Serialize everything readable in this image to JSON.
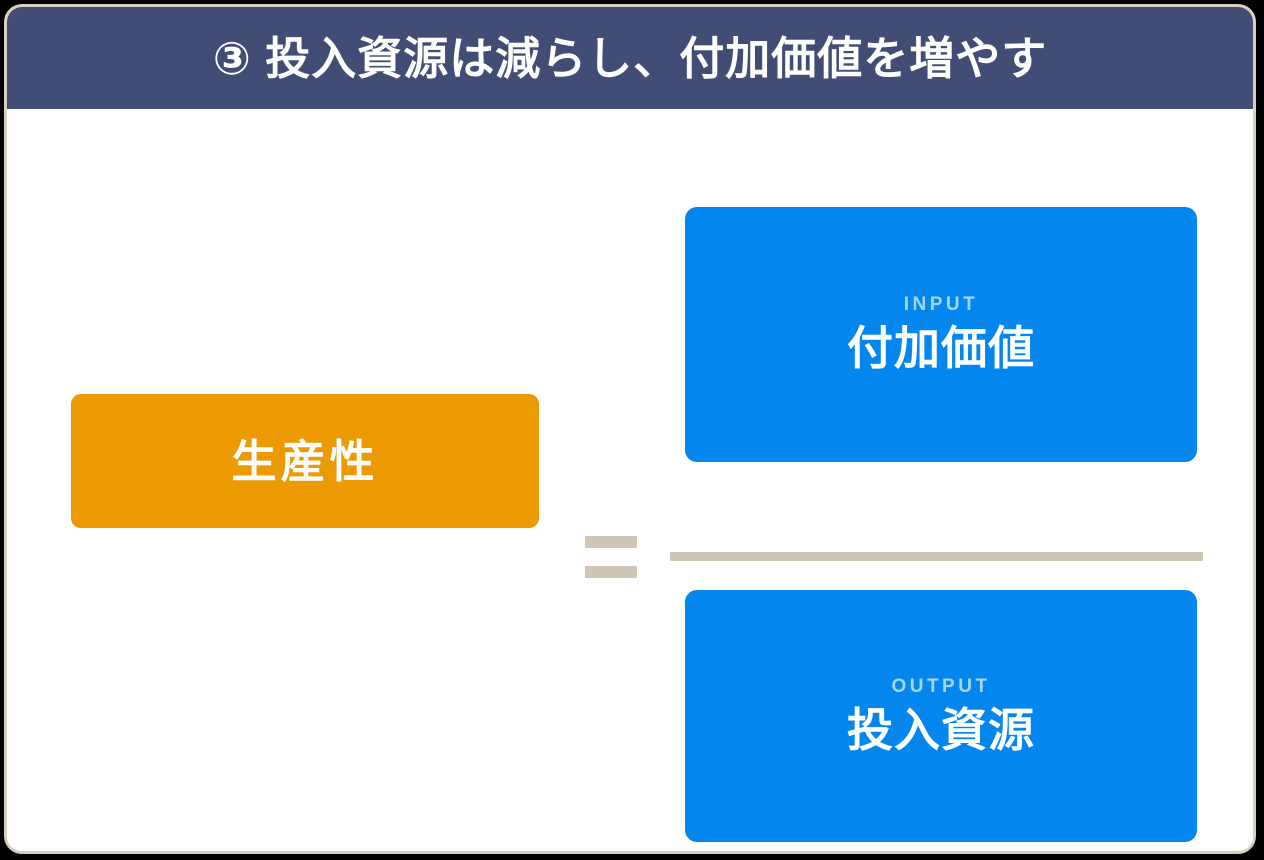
{
  "slide": {
    "header": {
      "title": "③ 投入資源は減らし、付加価値を増やす",
      "background_color": "#424d76",
      "text_color": "#ffffff"
    },
    "card": {
      "background_color": "#ffffff",
      "border_color": "#d8cfc0"
    },
    "equation": {
      "result": {
        "label": "生産性",
        "background_color": "#eb9a02",
        "text_color": "#ffffff"
      },
      "operator": {
        "symbol": "=",
        "color": "#d0c6b5"
      },
      "fraction": {
        "bar_color": "#d0c6b5",
        "numerator": {
          "kicker": "INPUT",
          "title": "付加価値",
          "background_color": "#0387ee",
          "kicker_color": "#a9d5f6",
          "title_color": "#ffffff"
        },
        "denominator": {
          "kicker": "OUTPUT",
          "title": "投入資源",
          "background_color": "#0387ee",
          "kicker_color": "#a9d5f6",
          "title_color": "#ffffff"
        }
      }
    }
  }
}
